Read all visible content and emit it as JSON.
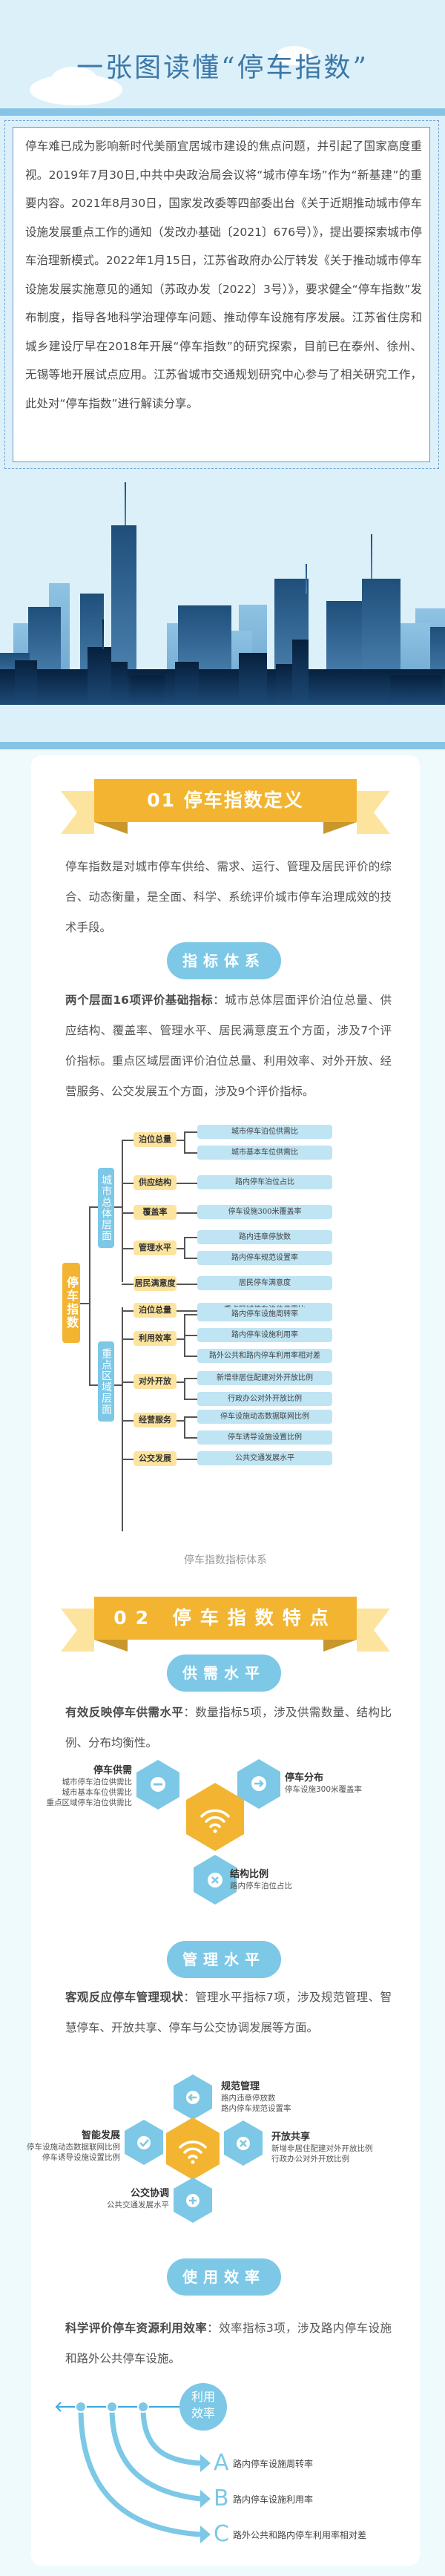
{
  "header": {
    "title": "一张图读懂“停车指数”"
  },
  "intro": {
    "text": "停车难已成为影响新时代美丽宜居城市建设的焦点问题，并引起了国家高度重视。2019年7月30日,中共中央政治局会议将“城市停车场”作为“新基建”的重要内容。2021年8月30日，国家发改委等四部委出台《关于近期推动城市停车设施发展重点工作的通知（发改办基础〔2021〕676号）》，提出要探索城市停车治理新模式。2022年1月15日，江苏省政府办公厅转发《关于推动城市停车设施发展实施意见的通知（苏政办发〔2022〕3号）》，要求健全“停车指数”发布制度，指导各地科学治理停车问题、推动停车设施有序发展。江苏省住房和城乡建设厅早在2018年开展“停车指数”的研究探索，目前已在泰州、徐州、无锡等地开展试点应用。江苏省城市交通规划研究中心参与了相关研究工作，此处对“停车指数”进行解读分享。"
  },
  "section1": {
    "ribbon": "01  停车指数定义",
    "definition": "停车指数是对城市停车供给、需求、运行、管理及居民评价的综合、动态衡量，是全面、科学、系统评价城市停车治理成效的技术手段。",
    "pill": "指标体系",
    "system_bold": "两个层面16项评价基础指标",
    "system_text": "：城市总体层面评价泊位总量、供应结构、覆盖率、管理水平、居民满意度五个方面，涉及7个评价指标。重点区域层面评价泊位总量、利用效率、对外开放、经营服务、公交发展五个方面，涉及9个评价指标。",
    "tree": {
      "root": "停车指数",
      "levels": [
        {
          "name": "城市总体层面",
          "aspects": [
            {
              "name": "泊位总量",
              "indicators": [
                "城市停车泊位供需比",
                "城市基本车位供需比"
              ]
            },
            {
              "name": "供应结构",
              "indicators": [
                "路内停车泊位占比"
              ]
            },
            {
              "name": "覆盖率",
              "indicators": [
                "停车设施300米覆盖率"
              ]
            },
            {
              "name": "管理水平",
              "indicators": [
                "路内违章停放数",
                "路内停车规范设置率"
              ]
            },
            {
              "name": "居民满意度",
              "indicators": [
                "居民停车满意度"
              ]
            }
          ]
        },
        {
          "name": "重点区域层面",
          "aspects": [
            {
              "name": "泊位总量",
              "indicators": [
                "重点区域停车泊位供需比"
              ]
            },
            {
              "name": "利用效率",
              "indicators": [
                "路内停车设施周转率",
                "路内停车设施利用率",
                "路外公共和路内停车利用率相对差"
              ]
            },
            {
              "name": "对外开放",
              "indicators": [
                "新增非居住配建对外开放比例",
                "行政办公对外开放比例"
              ]
            },
            {
              "name": "经营服务",
              "indicators": [
                "停车设施动态数据联网比例",
                "停车诱导设施设置比例"
              ]
            },
            {
              "name": "公交发展",
              "indicators": [
                "公共交通发展水平"
              ]
            }
          ]
        }
      ]
    },
    "caption": "停车指数指标体系"
  },
  "section2": {
    "ribbon": "02 停车指数特点",
    "supply": {
      "pill": "供需水平",
      "bold": "有效反映停车供需水平",
      "text": "：数量指标5项，涉及供需数量、结构比例、分布均衡性。",
      "items": [
        {
          "title": "停车供需",
          "lines": [
            "城市停车泊位供需比",
            "城市基本车位供需比",
            "重点区域停车泊位供需比"
          ],
          "icon": "minus-icon"
        },
        {
          "title": "停车分布",
          "lines": [
            "停车设施300米覆盖率"
          ],
          "icon": "arrow-right-icon"
        },
        {
          "title": "结构比例",
          "lines": [
            "路内停车泊位占比"
          ],
          "icon": "close-icon"
        }
      ]
    },
    "management": {
      "pill": "管理水平",
      "bold": "客观反应停车管理现状",
      "text": "：管理水平指标7项，涉及规范管理、智慧停车、开放共享、停车与公交协调发展等方面。",
      "items": [
        {
          "title": "规范管理",
          "lines": [
            "路内违章停放数",
            "路内停车规范设置率"
          ],
          "icon": "arrow-left-icon"
        },
        {
          "title": "智能发展",
          "lines": [
            "停车设施动态数据联网比例",
            "停车诱导设施设置比例"
          ],
          "icon": "check-icon"
        },
        {
          "title": "开放共享",
          "lines": [
            "新增非居住配建对外开放比例",
            "行政办公对外开放比例"
          ],
          "icon": "close-icon"
        },
        {
          "title": "公交协调",
          "lines": [
            "公共交通发展水平"
          ],
          "icon": "plus-icon"
        }
      ]
    },
    "efficiency": {
      "pill": "使用效率",
      "bold": "科学评价停车资源利用效率",
      "text": "：效率指标3项，涉及路内停车设施和路外公共停车设施。",
      "hub": "利用效率",
      "items": [
        {
          "letter": "A",
          "text": "路内停车设施周转率"
        },
        {
          "letter": "B",
          "text": "路内停车设施利用率"
        },
        {
          "letter": "C",
          "text": "路外公共和路内停车利用率相对差"
        }
      ]
    }
  },
  "colors": {
    "accent_yellow": "#f3b531",
    "accent_blue": "#7cc8e6",
    "title_blue": "#3c78a8"
  }
}
